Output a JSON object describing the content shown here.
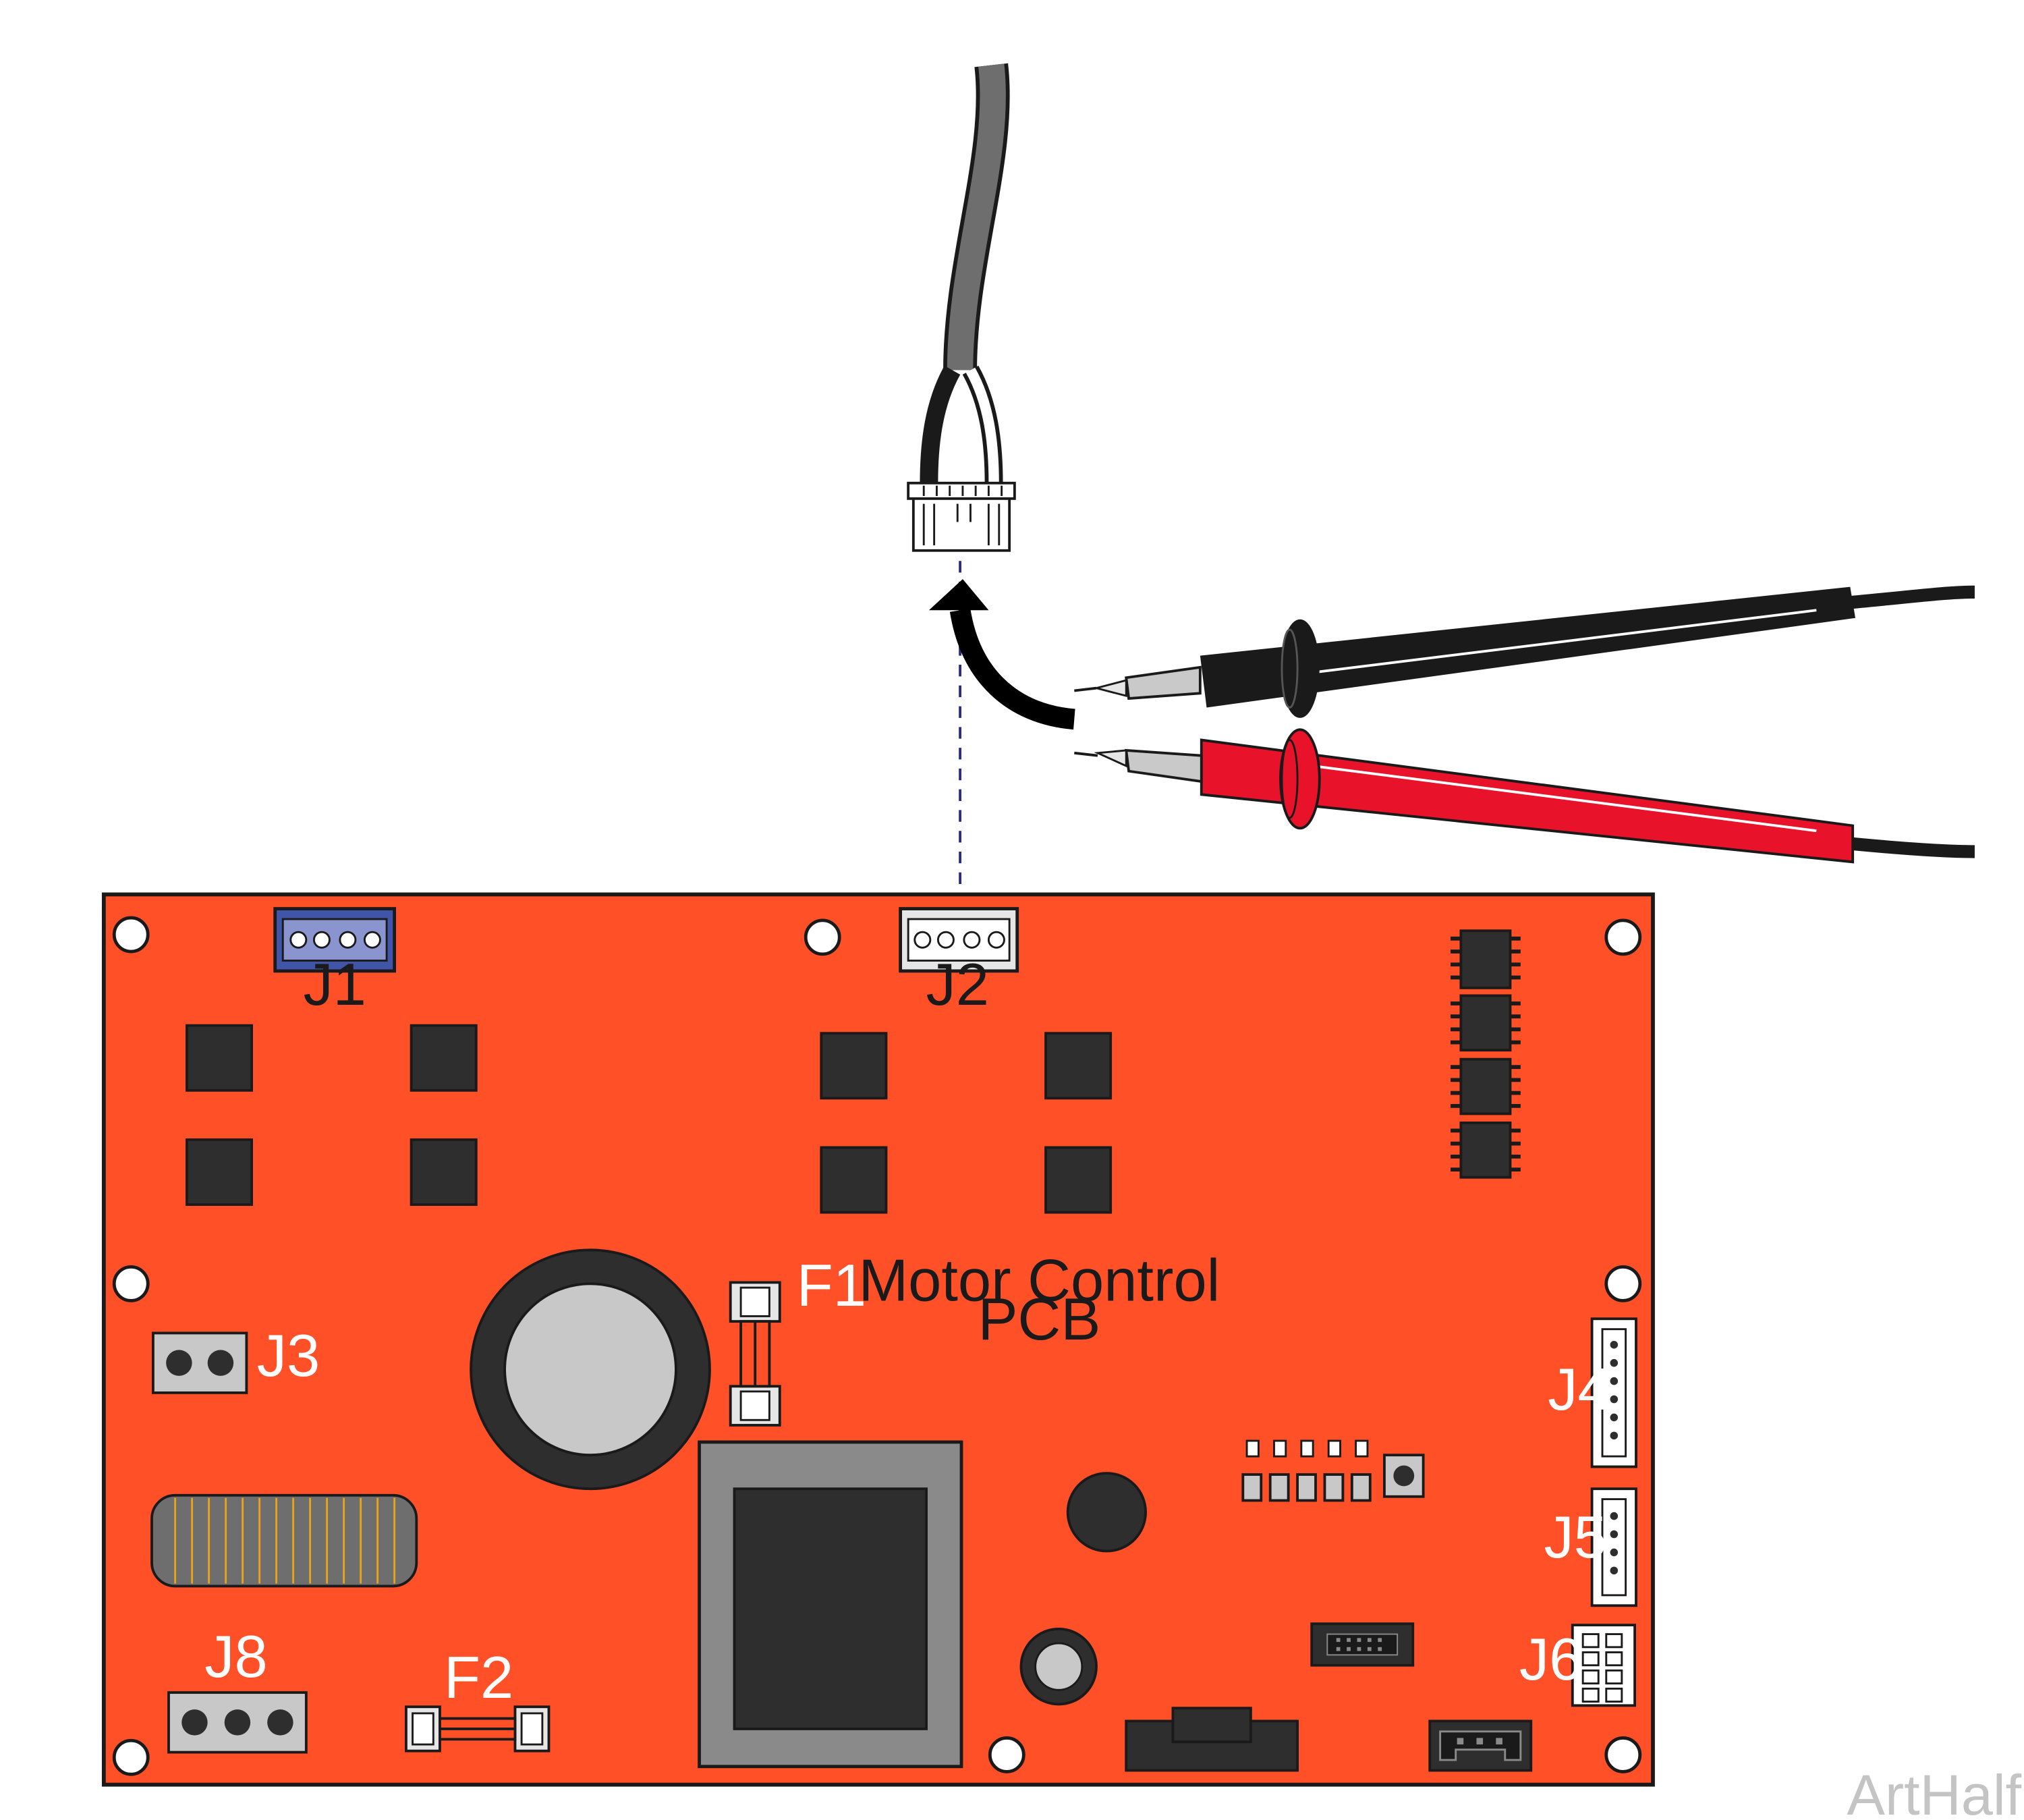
{
  "board": {
    "title_line1": "Motor Control",
    "title_line2": "PCB",
    "color": "#ff5028"
  },
  "connectors": {
    "j1": "J1",
    "j2": "J2",
    "j3": "J3",
    "j4": "J4",
    "j5": "J5",
    "j6": "J6",
    "j8": "J8"
  },
  "fuses": {
    "f1": "F1",
    "f2": "F2"
  },
  "watermark": "ArtHalf",
  "colors": {
    "probe_red": "#e8132b",
    "probe_black": "#1a1a1a",
    "cable_gray": "#6e6e6e",
    "j1_blue": "#4054a8",
    "leader_line": "#2b2b8c"
  }
}
